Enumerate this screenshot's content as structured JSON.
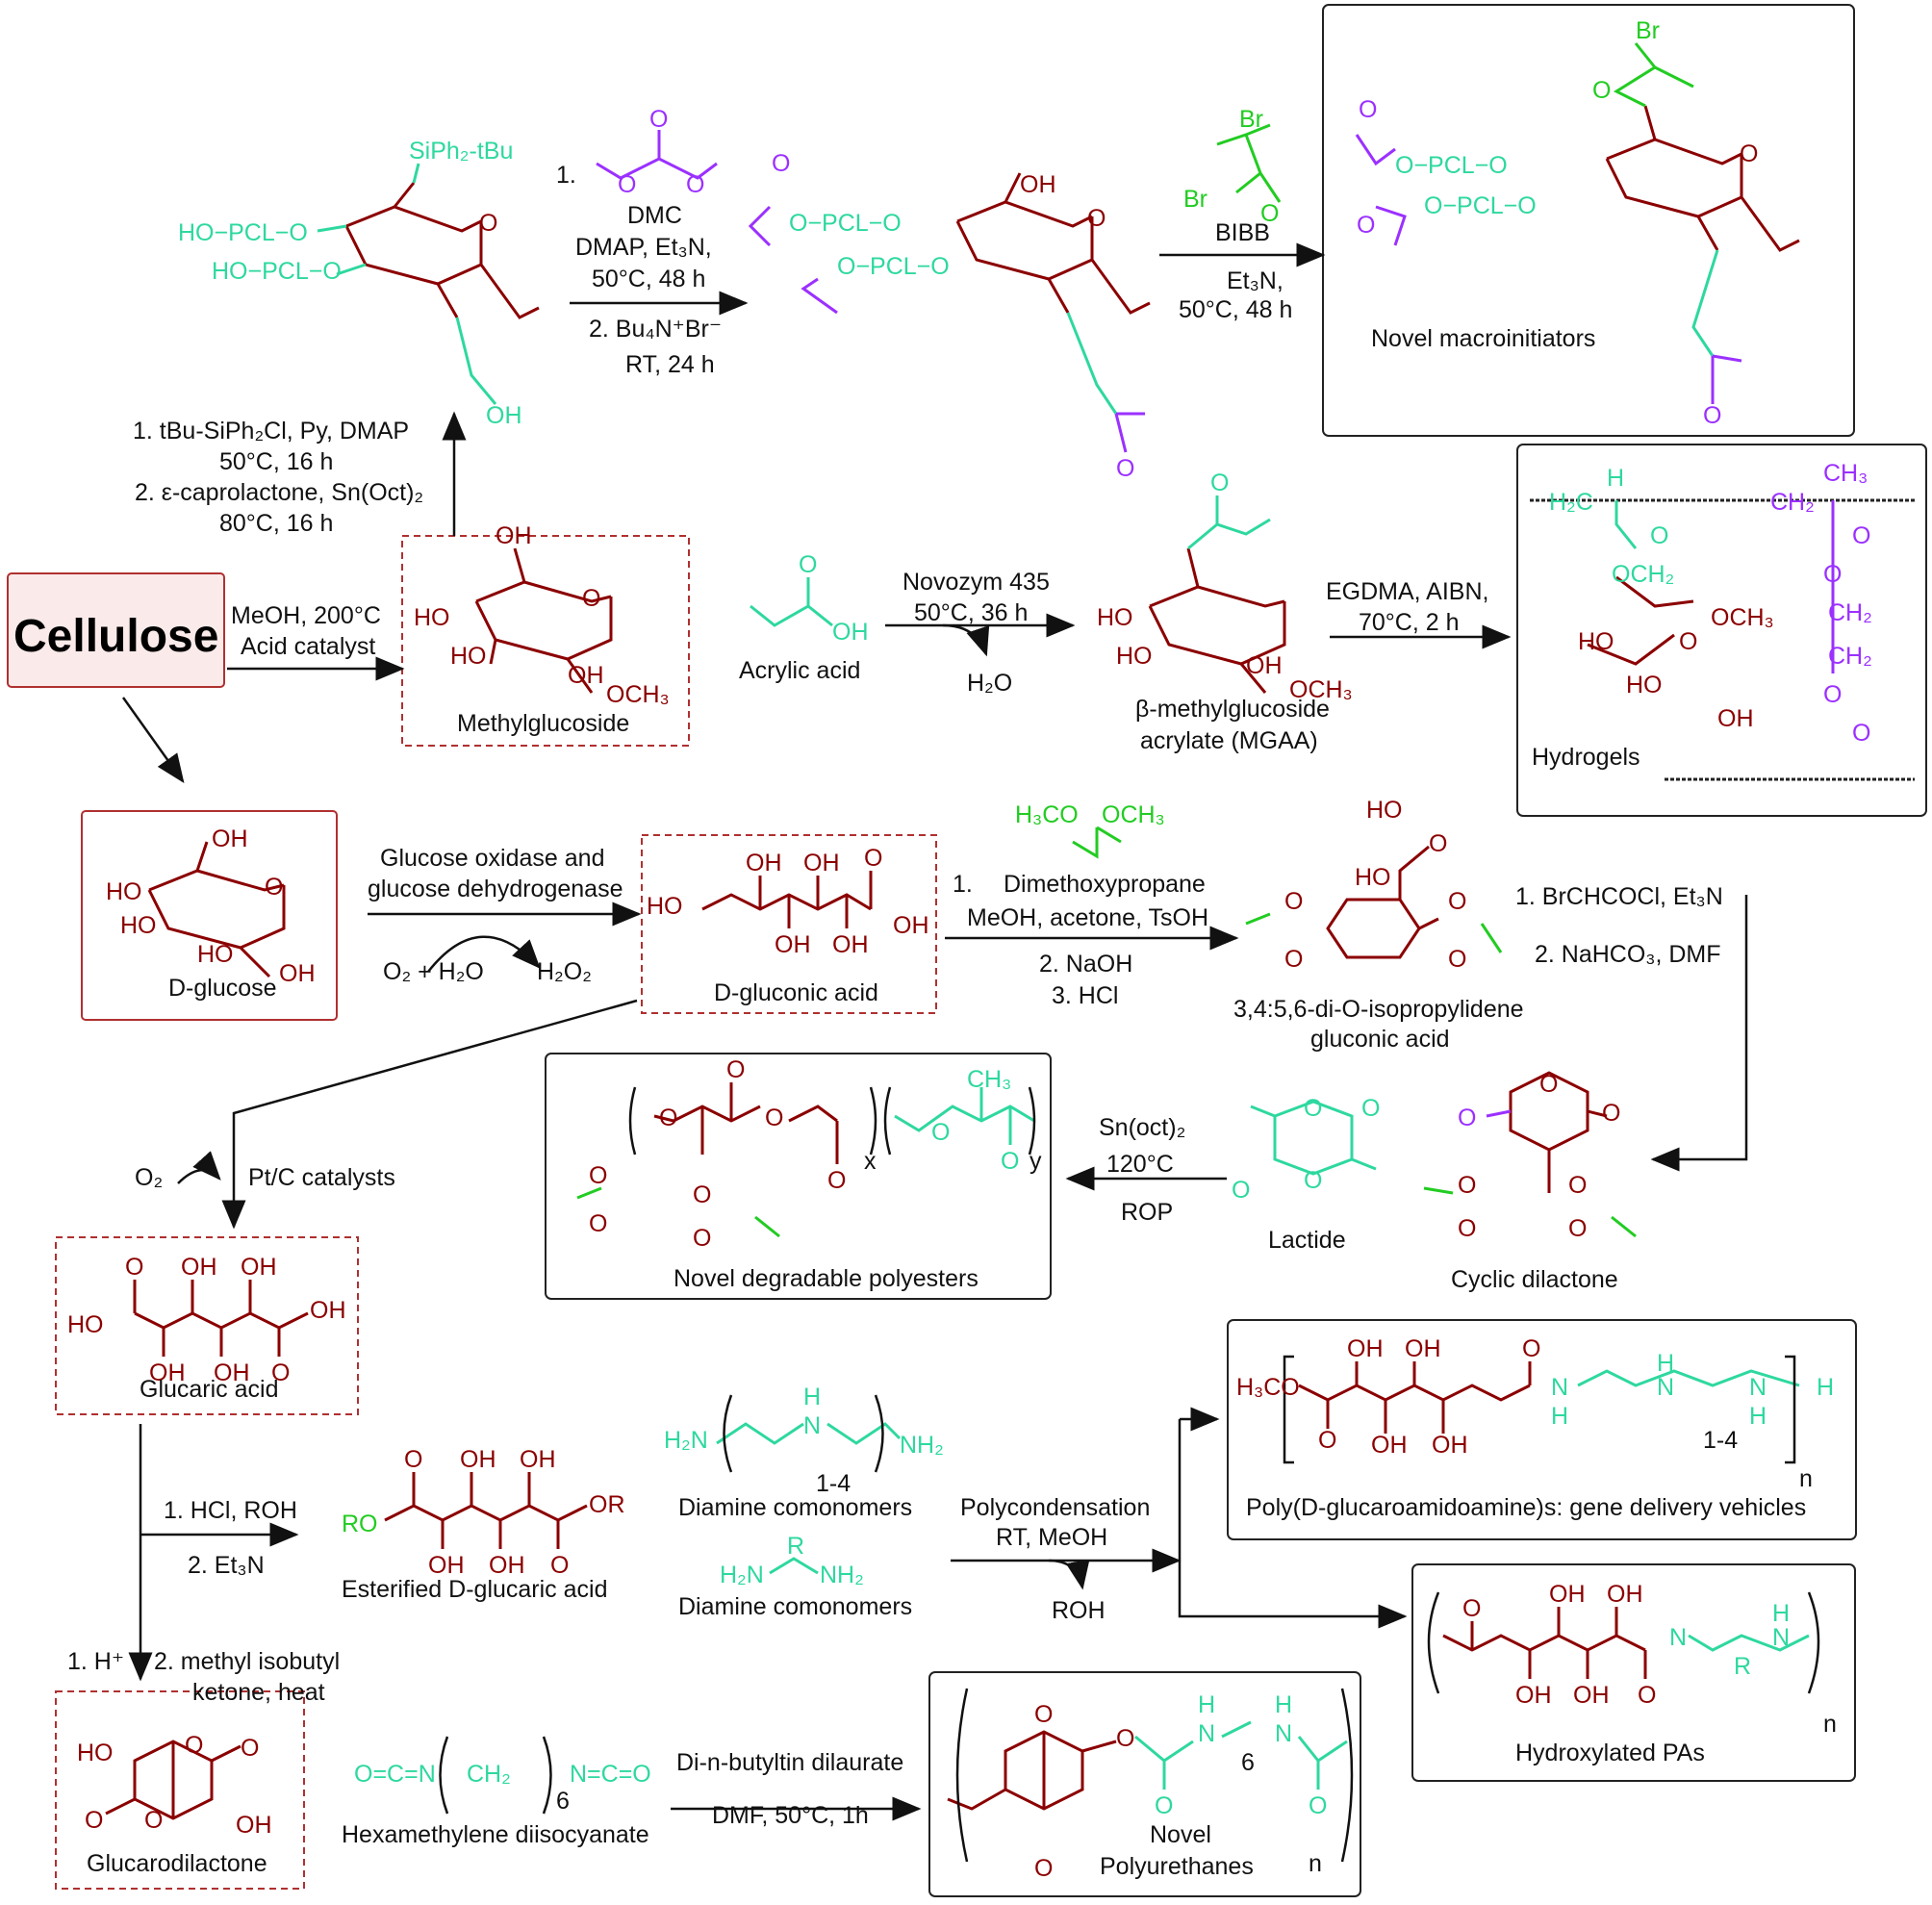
{
  "source": {
    "cellulose": "Cellulose",
    "to_methylglucoside": [
      "MeOH, 200°C",
      "Acid catalyst"
    ]
  },
  "compounds": {
    "methylglucoside": "Methylglucoside",
    "d_glucose": "D-glucose",
    "d_gluconic_acid": "D-gluconic acid",
    "glucaric_acid": "Glucaric acid",
    "glucarodilactone": "Glucarodilactone",
    "acrylic_acid": "Acrylic acid",
    "mgaa": [
      "β-methylglucoside",
      "acrylate (MGAA)"
    ],
    "isopropylidene": [
      "3,4:5,6-di-O-isopropylidene",
      "gluconic acid"
    ],
    "cyclic_dilactone": "Cyclic dilactone",
    "lactide": "Lactide",
    "esterified": "Esterified D-glucaric acid",
    "diamine_1": "Diamine comonomers",
    "diamine_2": "Diamine comonomers",
    "hdi": "Hexamethylene diisocyanate",
    "dimethoxypropane": "Dimethoxypropane"
  },
  "products": {
    "macroinitiators": "Novel macroinitiators",
    "hydrogels": "Hydrogels",
    "polyesters": "Novel degradable polyesters",
    "gene_delivery": "Poly(D-glucaroamidoamine)s: gene delivery vehicles",
    "hydroxylated_pas": "Hydroxylated PAs",
    "polyurethanes": [
      "Novel",
      "Polyurethanes"
    ]
  },
  "conditions": {
    "silylation": [
      "1. tBu-SiPh₂Cl, Py, DMAP",
      "50°C, 16 h",
      "2. ε-caprolactone, Sn(Oct)₂",
      "80°C, 16 h"
    ],
    "dmc": [
      "1.",
      "DMC",
      "DMAP, Et₃N,",
      "50°C, 48 h",
      "2. Bu₄N⁺Br⁻",
      "RT, 24 h"
    ],
    "bibb": [
      "BIBB",
      "Et₃N,",
      "50°C, 48 h"
    ],
    "novozym": [
      "Novozym 435",
      "50°C, 36 h",
      "H₂O"
    ],
    "egdma": [
      "EGDMA, AIBN,",
      "70°C, 2 h"
    ],
    "oxidase": [
      "Glucose oxidase and",
      "glucose dehydrogenase",
      "O₂ + H₂O",
      "H₂O₂"
    ],
    "dimethoxy": [
      "1.",
      "MeOH, acetone, TsOH",
      "2. NaOH",
      "3. HCl"
    ],
    "brchcocl": [
      "1. BrCHCOCl, Et₃N",
      "2. NaHCO₃, DMF"
    ],
    "rop": [
      "Sn(oct)₂",
      "120°C",
      "ROP"
    ],
    "ptc": [
      "O₂",
      "Pt/C catalysts"
    ],
    "esterify": [
      "1. HCl, ROH",
      "2. Et₃N"
    ],
    "polycond": [
      "Polycondensation",
      "RT, MeOH",
      "ROH"
    ],
    "lactonize": [
      "1. H⁺",
      "2. methyl isobutyl",
      "ketone, heat"
    ],
    "dbtdl": [
      "Di-n-butyltin dilaurate",
      "DMF, 50°C, 1h"
    ]
  },
  "colors": {
    "sugar": "#8b0000",
    "reagent_green": "#22cc22",
    "reagent_cyan": "#2ed8a0",
    "reagent_purple": "#9b30ff"
  }
}
